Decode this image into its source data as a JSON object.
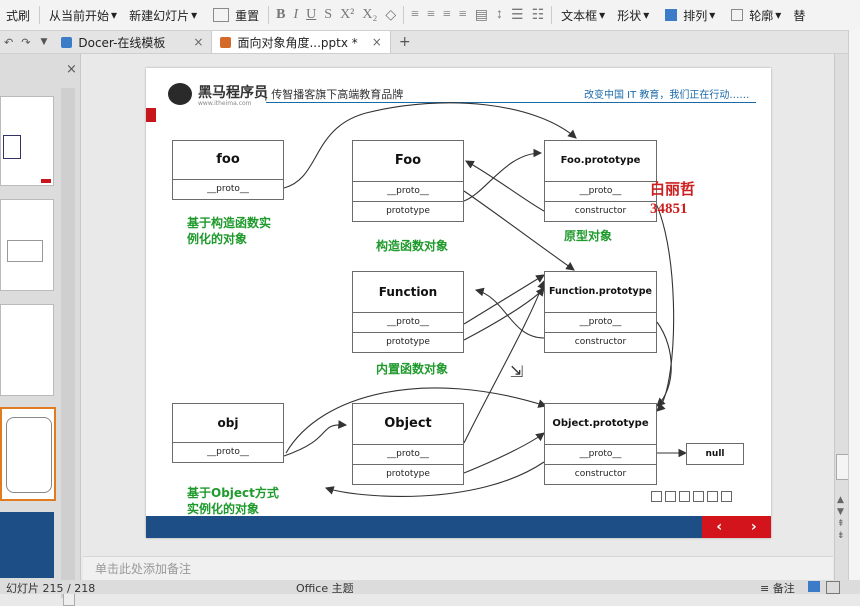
{
  "toolbar": {
    "slideshow_label": "式刷",
    "from_current_label": "从当前开始",
    "new_slide_label": "新建幻灯片",
    "reset_label": "重置",
    "bold": "B",
    "italic": "I",
    "underline": "U",
    "strike": "S",
    "textbox_label": "文本框",
    "shape_label": "形状",
    "arrange_label": "排列",
    "outline_label": "轮廓",
    "replace_label": "替"
  },
  "tabs": [
    {
      "label": "Docer-在线模板"
    },
    {
      "label": "面向对象角度...pptx *"
    }
  ],
  "tab_close": "×",
  "tab_add": "+",
  "slide": {
    "logo_text": "黑马程序员",
    "logo_sub": "www.itheima.com",
    "brand": "| 传智播客旗下高端教育品牌",
    "slogan": "改变中国 IT 教育，我们正在行动……",
    "boxes": {
      "foo": {
        "title": "foo",
        "rows": [
          "__proto__"
        ]
      },
      "Foo": {
        "title": "Foo",
        "rows": [
          "__proto__",
          "prototype"
        ]
      },
      "FooProto": {
        "title": "Foo.prototype",
        "rows": [
          "__proto__",
          "constructor"
        ]
      },
      "Function": {
        "title": "Function",
        "rows": [
          "__proto__",
          "prototype"
        ]
      },
      "FunctionProto": {
        "title": "Function.prototype",
        "rows": [
          "__proto__",
          "constructor"
        ]
      },
      "obj": {
        "title": "obj",
        "rows": [
          "__proto__"
        ]
      },
      "Object": {
        "title": "Object",
        "rows": [
          "__proto__",
          "prototype"
        ]
      },
      "ObjectProto": {
        "title": "Object.prototype",
        "rows": [
          "__proto__",
          "constructor"
        ]
      },
      "null": {
        "title": "null"
      }
    },
    "labels": {
      "foo_instance": "基于构造函数实\n例化的对象",
      "constructor_obj": "构造函数对象",
      "prototype_obj": "原型对象",
      "builtin_func": "内置函数对象",
      "object_instance": "基于Object方式\n实例化的对象"
    },
    "watermark": [
      "白丽哲",
      "34851"
    ],
    "nav_prev": "‹",
    "nav_next": "›"
  },
  "notes_placeholder": "单击此处添加备注",
  "status": {
    "slide_count": "幻灯片 215 / 218",
    "theme": "Office 主题",
    "notes_btn": "备注"
  },
  "colors": {
    "accent_blue": "#1d4f86",
    "accent_red": "#d4141c",
    "label_green": "#1f9a2c"
  }
}
